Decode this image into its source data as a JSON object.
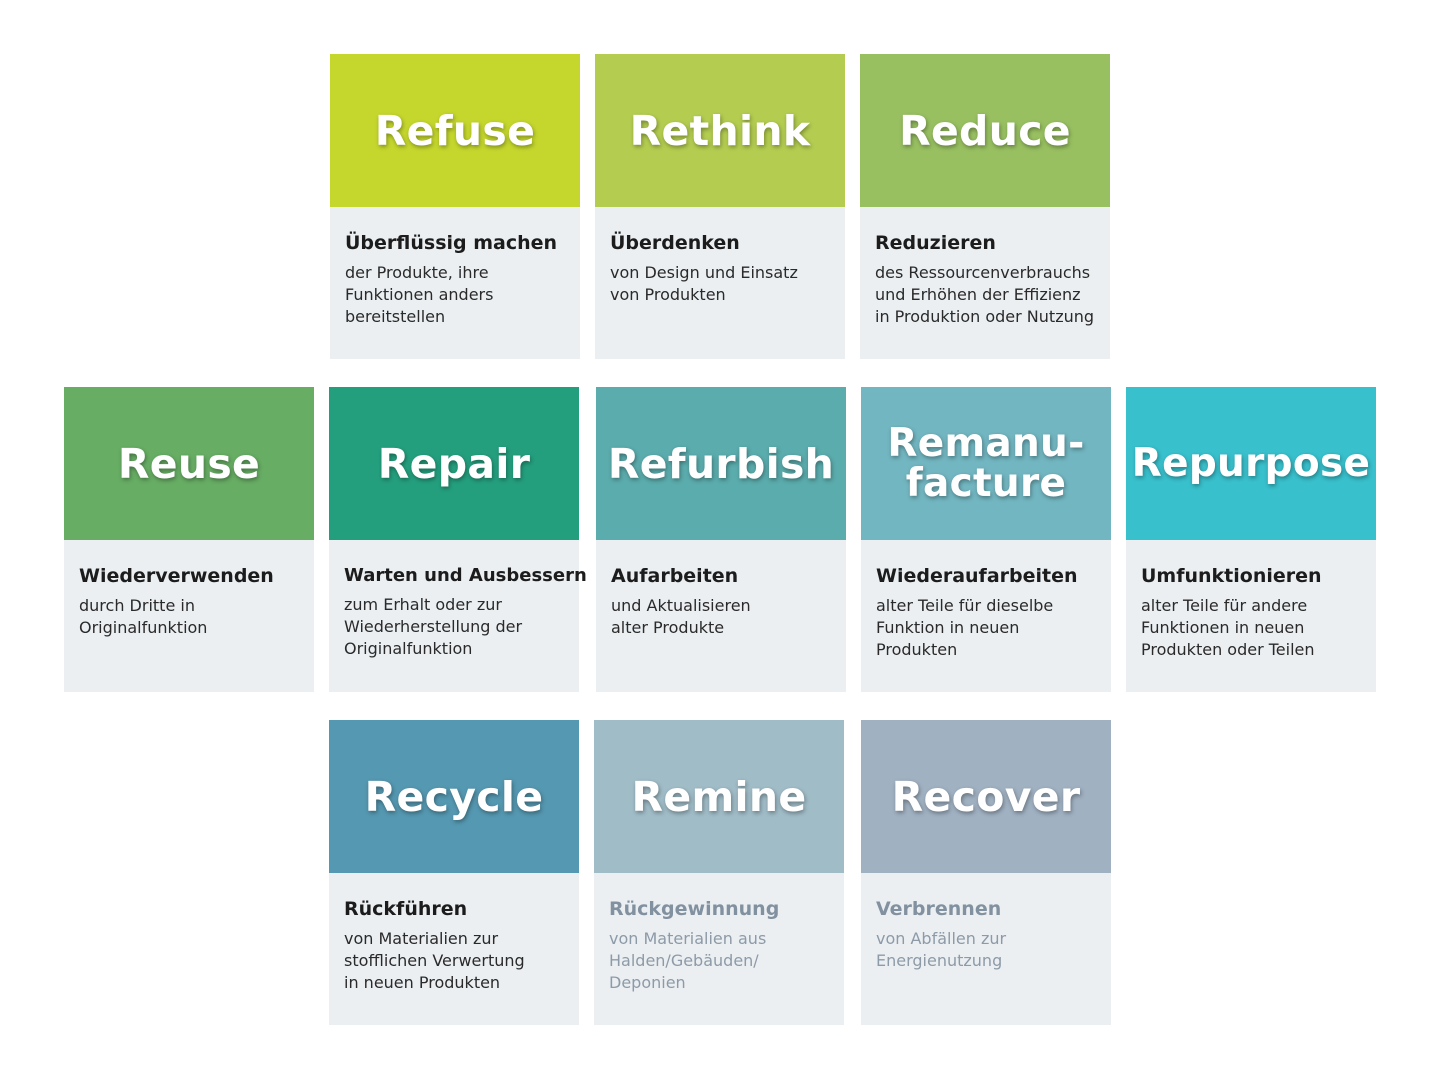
{
  "cards": [
    {
      "title": "Refuse",
      "subtitle": "Überflüssig machen",
      "text": "der Produkte, ihre\nFunktionen anders\nbereitstellen",
      "color": "#c5d72d"
    },
    {
      "title": "Rethink",
      "subtitle": "Überdenken",
      "text": "von Design und Einsatz\nvon Produkten",
      "color": "#b4cd50"
    },
    {
      "title": "Reduce",
      "subtitle": "Reduzieren",
      "text": "des Ressourcenverbrauchs\nund Erhöhen der Effizienz\nin Produktion oder Nutzung",
      "color": "#98c061"
    },
    {
      "title": "Reuse",
      "subtitle": "Wiederverwenden",
      "text": "durch Dritte in\nOriginalfunktion",
      "color": "#67ad64"
    },
    {
      "title": "Repair",
      "subtitle": "Warten und Ausbessern",
      "text": "zum Erhalt oder zur\nWiederherstellung der\nOriginalfunktion",
      "color": "#249f7e"
    },
    {
      "title": "Refurbish",
      "subtitle": "Aufarbeiten",
      "text": "und Aktualisieren\nalter Produkte",
      "color": "#5bacad"
    },
    {
      "title": "Remanu-\nfacture",
      "subtitle": "Wiederaufarbeiten",
      "text": "alter Teile für dieselbe\nFunktion in neuen\nProdukten",
      "color": "#72b6c1"
    },
    {
      "title": "Repurpose",
      "subtitle": "Umfunktionieren",
      "text": "alter Teile für andere\nFunktionen in neuen\nProdukten oder Teilen",
      "color": "#38c0cc"
    },
    {
      "title": "Recycle",
      "subtitle": "Rückführen",
      "text": "von Materialien zur\nstofflichen Verwertung\nin neuen Produkten",
      "color": "#5598b1"
    },
    {
      "title": "Remine",
      "subtitle": "Rückgewinnung",
      "text": "von Materialien aus\nHalden/Gebäuden/\nDeponien",
      "color": "#a0bcc7"
    },
    {
      "title": "Recover",
      "subtitle": "Verbrennen",
      "text": "von Abfällen zur\nEnergienutzung",
      "color": "#a0b1c2"
    }
  ]
}
